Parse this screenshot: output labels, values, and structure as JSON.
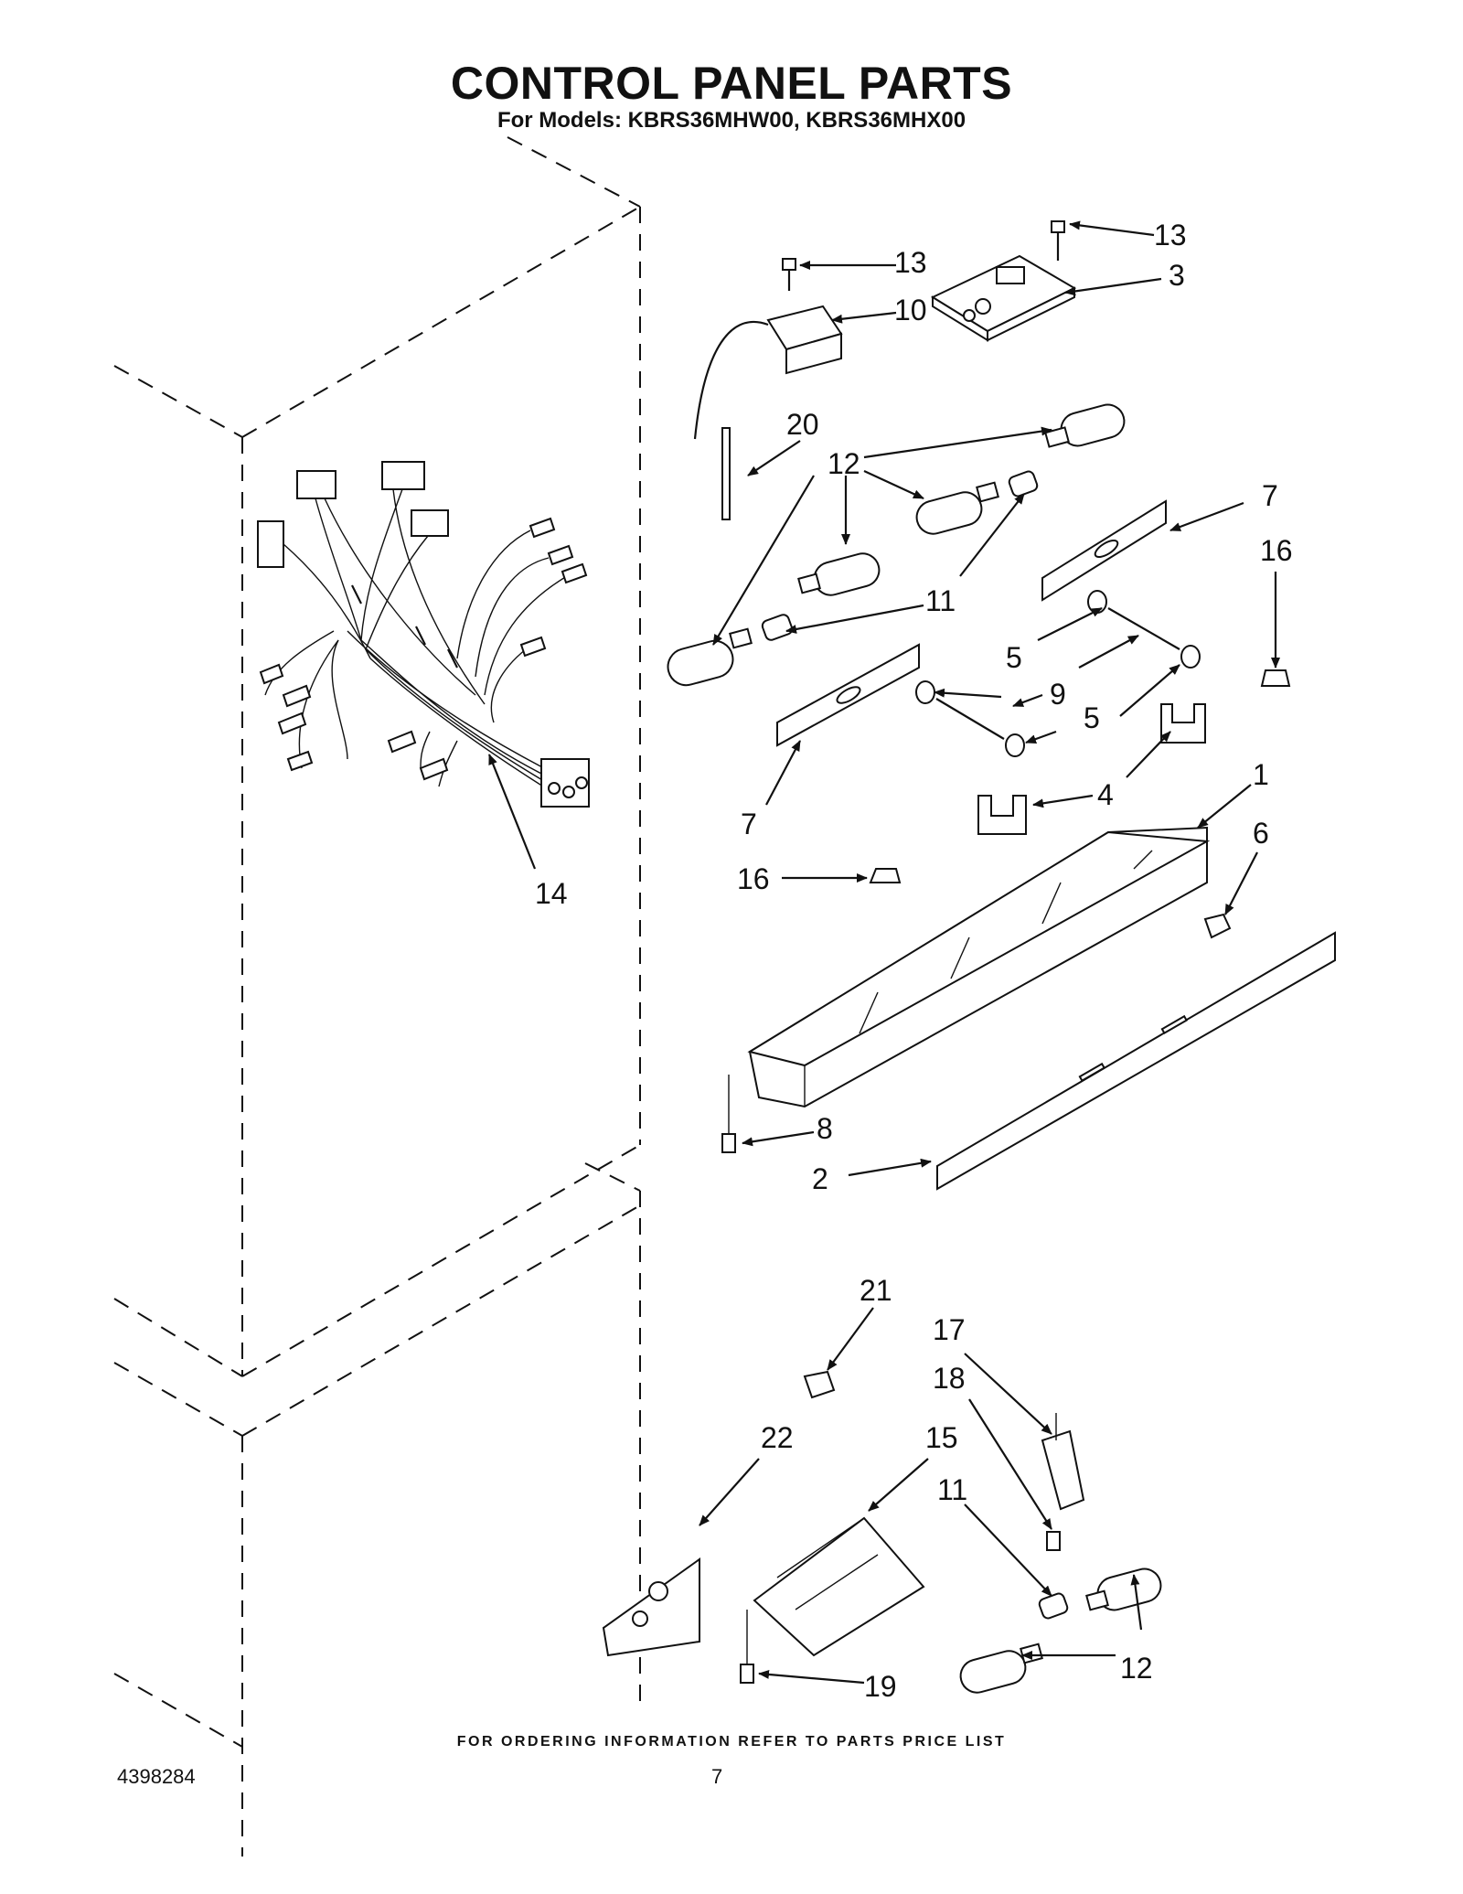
{
  "header": {
    "title": "CONTROL PANEL PARTS",
    "subtitle": "For Models: KBRS36MHW00, KBRS36MHX00"
  },
  "footer": {
    "ordering_note": "FOR ORDERING INFORMATION REFER TO PARTS PRICE LIST",
    "document_number": "4398284",
    "page_number": "7"
  },
  "callouts": [
    {
      "id": "c13a",
      "label": "13"
    },
    {
      "id": "c13b",
      "label": "13"
    },
    {
      "id": "c3",
      "label": "3"
    },
    {
      "id": "c10",
      "label": "10"
    },
    {
      "id": "c20",
      "label": "20"
    },
    {
      "id": "c12a",
      "label": "12"
    },
    {
      "id": "c7a",
      "label": "7"
    },
    {
      "id": "c16a",
      "label": "16"
    },
    {
      "id": "c11a",
      "label": "11"
    },
    {
      "id": "c5a",
      "label": "5"
    },
    {
      "id": "c9",
      "label": "9"
    },
    {
      "id": "c5b",
      "label": "5"
    },
    {
      "id": "c7b",
      "label": "7"
    },
    {
      "id": "c4",
      "label": "4"
    },
    {
      "id": "c1",
      "label": "1"
    },
    {
      "id": "c6",
      "label": "6"
    },
    {
      "id": "c16b",
      "label": "16"
    },
    {
      "id": "c14",
      "label": "14"
    },
    {
      "id": "c8",
      "label": "8"
    },
    {
      "id": "c2",
      "label": "2"
    },
    {
      "id": "c21",
      "label": "21"
    },
    {
      "id": "c17",
      "label": "17"
    },
    {
      "id": "c18",
      "label": "18"
    },
    {
      "id": "c22",
      "label": "22"
    },
    {
      "id": "c15",
      "label": "15"
    },
    {
      "id": "c11b",
      "label": "11"
    },
    {
      "id": "c19",
      "label": "19"
    },
    {
      "id": "c12b",
      "label": "12"
    }
  ]
}
